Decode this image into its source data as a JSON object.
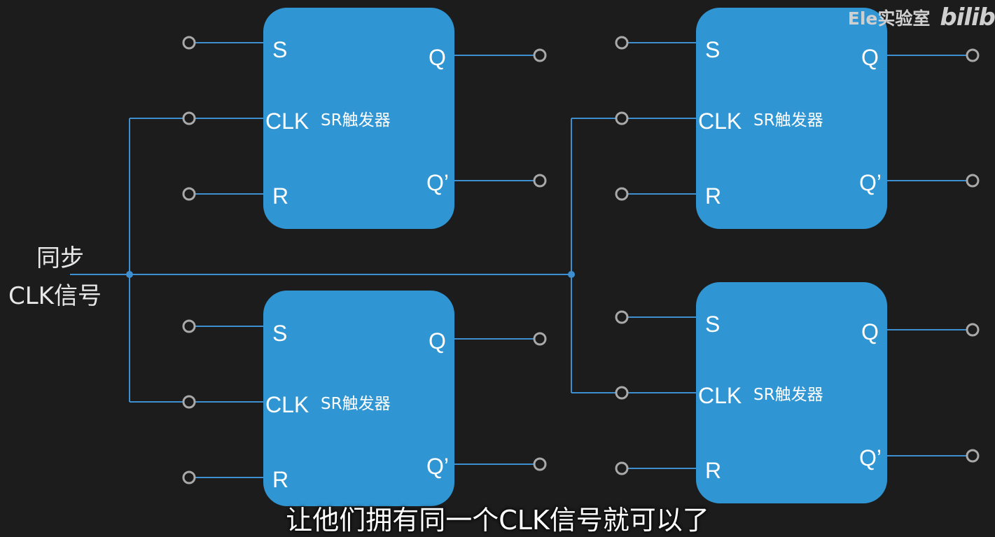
{
  "colors": {
    "background": "#1c1c1c",
    "wire": "#3d8fcf",
    "block_fill": "#2f95d3",
    "terminal": "#a9a9a9"
  },
  "input_label": [
    "同步",
    "CLK信号"
  ],
  "flip_flops": [
    {
      "id": "top-left",
      "name": "SR触发器",
      "pins": {
        "s": "S",
        "clk": "CLK",
        "r": "R",
        "q": "Q",
        "q_bar": "Q’"
      }
    },
    {
      "id": "bottom-left",
      "name": "SR触发器",
      "pins": {
        "s": "S",
        "clk": "CLK",
        "r": "R",
        "q": "Q",
        "q_bar": "Q’"
      }
    },
    {
      "id": "top-right",
      "name": "SR触发器",
      "pins": {
        "s": "S",
        "clk": "CLK",
        "r": "R",
        "q": "Q",
        "q_bar": "Q’"
      }
    },
    {
      "id": "bottom-right",
      "name": "SR触发器",
      "pins": {
        "s": "S",
        "clk": "CLK",
        "r": "R",
        "q": "Q",
        "q_bar": "Q’"
      }
    }
  ],
  "watermark": {
    "text": "Ele实验室",
    "logo": "bilib"
  },
  "subtitle": "让他们拥有同一个CLK信号就可以了"
}
